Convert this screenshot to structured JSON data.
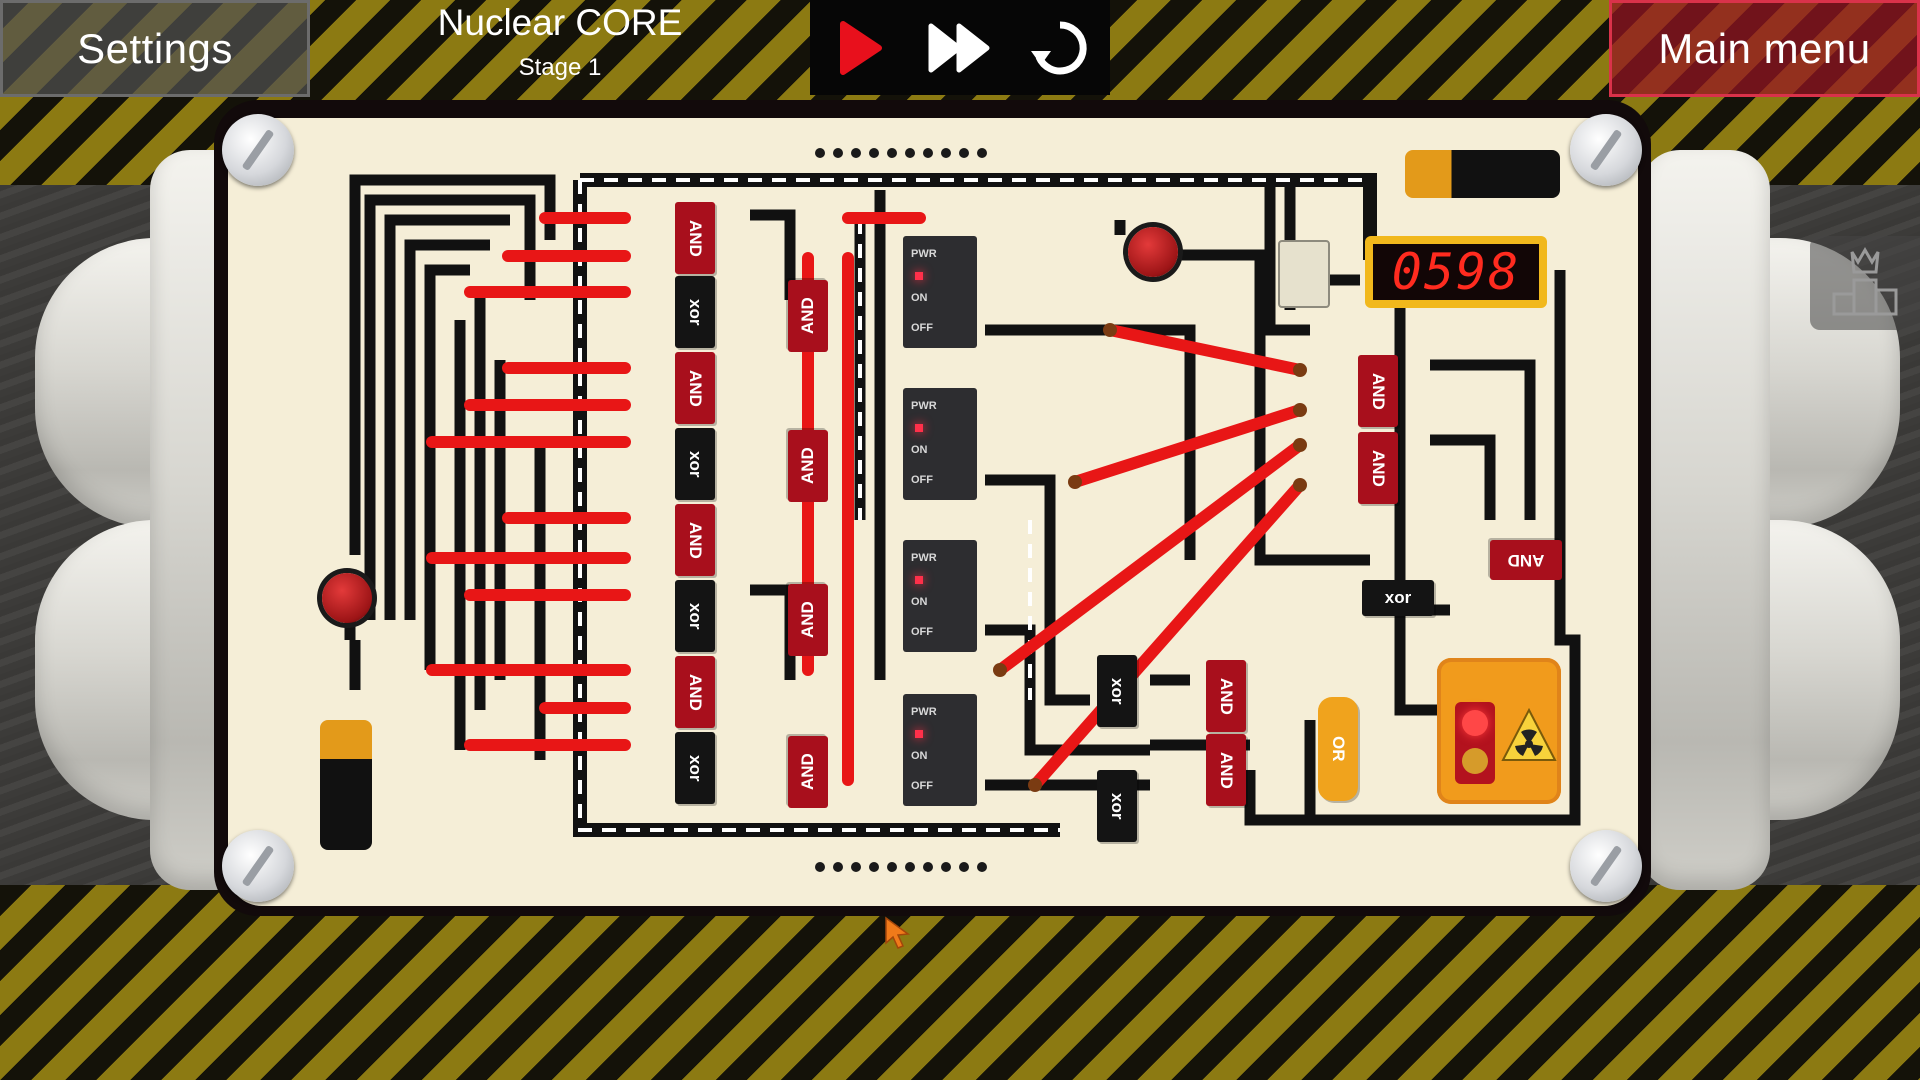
{
  "header": {
    "settings_label": "Settings",
    "main_menu_label": "Main menu",
    "title": "Nuclear CORE",
    "stage": "Stage 1"
  },
  "controls": [
    "play-icon",
    "fast-forward-icon",
    "restart-icon"
  ],
  "display": {
    "value": "0598"
  },
  "gates": {
    "and_label": "AND",
    "xor_label": "xor",
    "or_label": "OR"
  },
  "power_module": {
    "pwr": "PWR",
    "on": "ON",
    "off": "OFF"
  },
  "side_icon": "leaderboard-crown-icon",
  "colors": {
    "wire_active": "#e81616",
    "trace": "#111111",
    "board": "#f5eed7",
    "accent_red": "#a80f1c",
    "accent_orange": "#f19b1c"
  }
}
